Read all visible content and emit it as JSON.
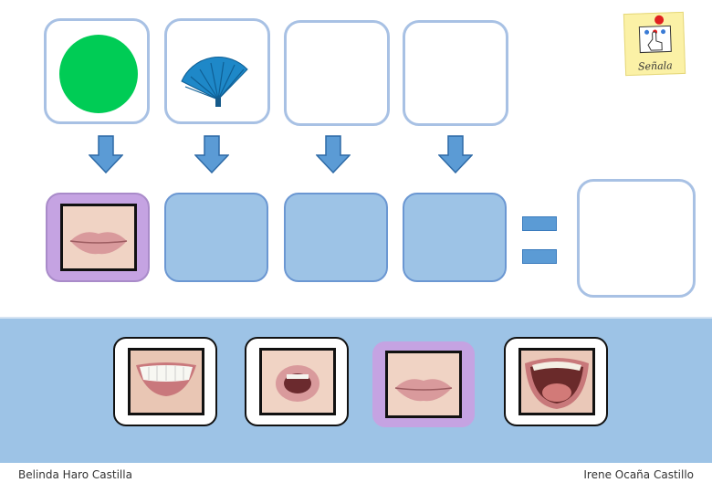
{
  "sign_note": {
    "label": "Señala"
  },
  "top_cards": [
    {
      "icon": "green-circle-icon"
    },
    {
      "icon": "blue-fan-icon"
    },
    {
      "icon": ""
    },
    {
      "icon": ""
    }
  ],
  "colors": {
    "slot_fill": "#9dc3e6",
    "band": "#9dc3e6",
    "selected": "#c5a3e2",
    "arrow": "#5b9bd5",
    "circle": "#00cc55",
    "fan": "#1e88c8"
  },
  "answer_row": {
    "filled_first": "closed-lips-mouth"
  },
  "choices": [
    {
      "name": "smile-teeth-mouth",
      "selected": false
    },
    {
      "name": "open-o-mouth",
      "selected": false
    },
    {
      "name": "closed-lips-mouth",
      "selected": true
    },
    {
      "name": "wide-open-mouth",
      "selected": false
    }
  ],
  "footer": {
    "left_author": "Belinda Haro Castilla",
    "right_author": "Irene Ocaña Castillo"
  }
}
